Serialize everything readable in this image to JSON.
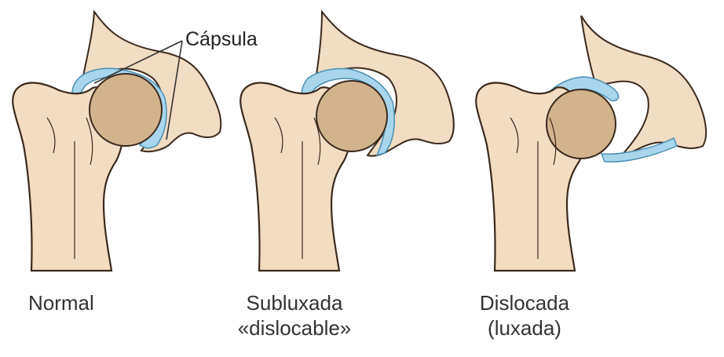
{
  "colors": {
    "bone_fill": "#f2dcc2",
    "bone_line": "#3a2a1e",
    "head_fill": "#d2b48c",
    "pelvis_fill": "#f1dcc4",
    "capsule_fill": "#a9d6ec",
    "capsule_line": "#4a8fb3",
    "text": "#333333"
  },
  "labels": {
    "capsule": "Cápsula",
    "normal": "Normal",
    "subluxada_line1": "Subluxada",
    "subluxada_line2": "«dislocable»",
    "dislocada_line1": "Dislocada",
    "dislocada_line2": "(luxada)"
  }
}
